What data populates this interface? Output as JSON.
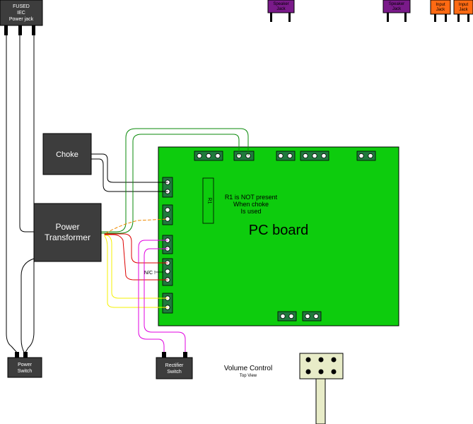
{
  "components": {
    "power_jack": {
      "line1": "FUSED",
      "line2": "IEC",
      "line3": "Power jack"
    },
    "speaker_jack_1": {
      "line1": "Speaker",
      "line2": "Jack"
    },
    "speaker_jack_2": {
      "line1": "Speaker",
      "line2": "Jack"
    },
    "input_jack_1": {
      "line1": "Input",
      "line2": "Jack"
    },
    "input_jack_2": {
      "line1": "Input",
      "line2": "Jack"
    },
    "choke": {
      "label": "Choke"
    },
    "power_transformer": {
      "line1": "Power",
      "line2": "Transformer"
    },
    "power_switch": {
      "line1": "Power",
      "line2": "Switch"
    },
    "rectifier_switch": {
      "line1": "Rectifier",
      "line2": "Switch"
    },
    "volume_control": {
      "title": "Volume Control",
      "subtitle": "Top View"
    }
  },
  "pc_board": {
    "title": "PC board",
    "resistor_label": "R1",
    "note_line1": "R1 is NOT present",
    "note_line2": "When choke",
    "note_line3": "Is used",
    "nc_label": "N/C !"
  },
  "colors": {
    "board": "#0dcc0d",
    "box": "#3d3d3d",
    "speaker": "#7a1a8a",
    "input": "#ff6a13",
    "wire_black": "#000000",
    "wire_green": "#0a8a0a",
    "wire_red": "#dd0000",
    "wire_yellow": "#f5f000",
    "wire_magenta": "#e000e0",
    "wire_orange_dashed": "#f08a00"
  }
}
